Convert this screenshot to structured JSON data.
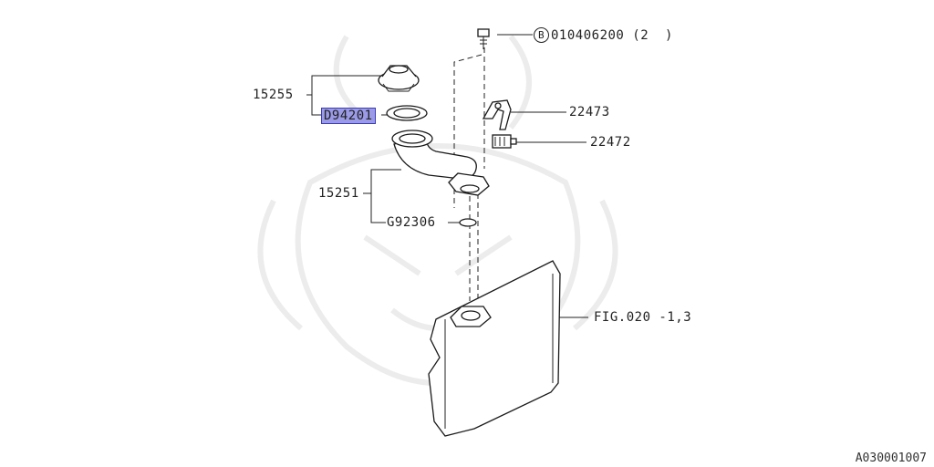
{
  "diagram": {
    "labels": {
      "p15255": "15255",
      "pD94201": "D94201",
      "p15251": "15251",
      "pG92306": "G92306",
      "p22473": "22473",
      "p22472": "22472",
      "bolt_circle": "B",
      "bolt_part": "010406200 (2  )",
      "fig": "FIG.020 -1,3"
    },
    "highlight_color": "#9a9ae6",
    "reference_id": "A030001007"
  }
}
